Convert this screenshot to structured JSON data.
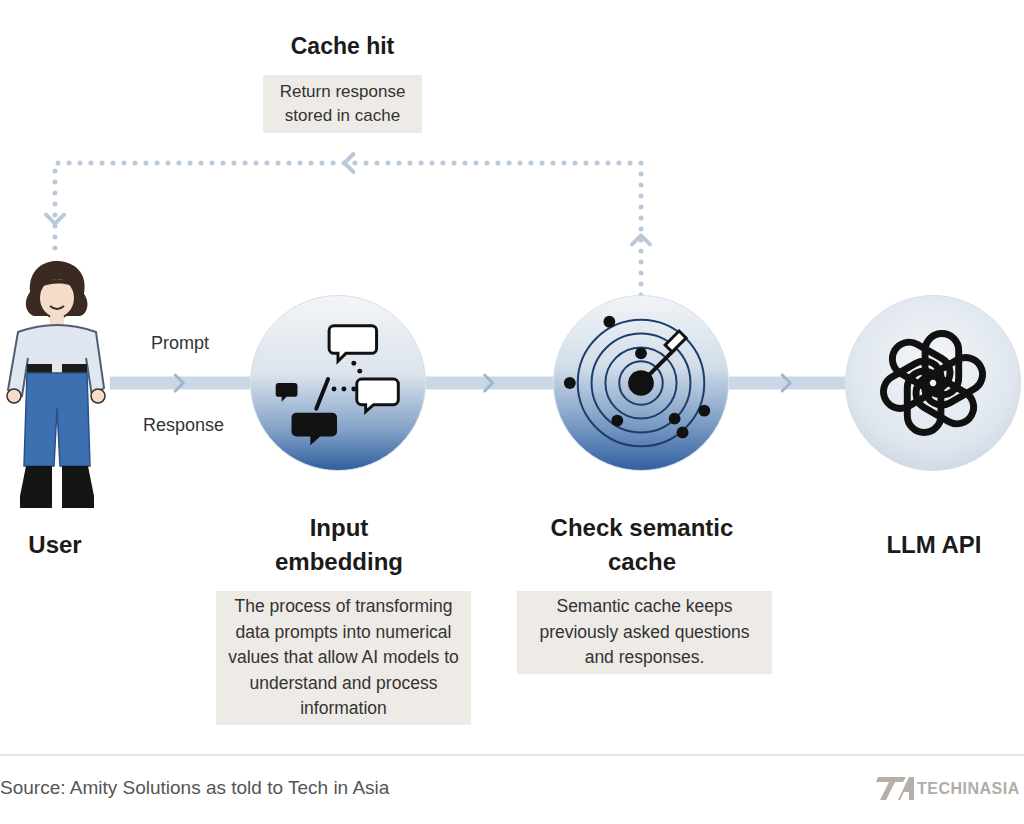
{
  "diagram": {
    "nodes": [
      {
        "text": [
          "Cache hit",
          "Return response stored in cache"
        ]
      },
      {
        "text": [
          "User"
        ]
      },
      {
        "text": [
          "Input embedding",
          "The process of transforming data prompts into numerical values that allow AI models to understand and process information"
        ]
      },
      {
        "text": [
          "Check semantic cache",
          "Semantic cache keeps previously asked questions and responses."
        ]
      },
      {
        "text": [
          "LLM API"
        ]
      }
    ],
    "edges": [
      {
        "from": 1,
        "to": 2,
        "label": "Prompt",
        "arrow": "to"
      },
      {
        "from": 2,
        "to": 3,
        "arrow": "to"
      },
      {
        "from": 3,
        "to": 4,
        "arrow": "to"
      },
      {
        "from": 3,
        "to": 1,
        "arrow": "to"
      }
    ],
    "labels": [
      "Response",
      "Source: Amity Solutions as told to Tech in Asia",
      "TECHINASIA"
    ]
  }
}
